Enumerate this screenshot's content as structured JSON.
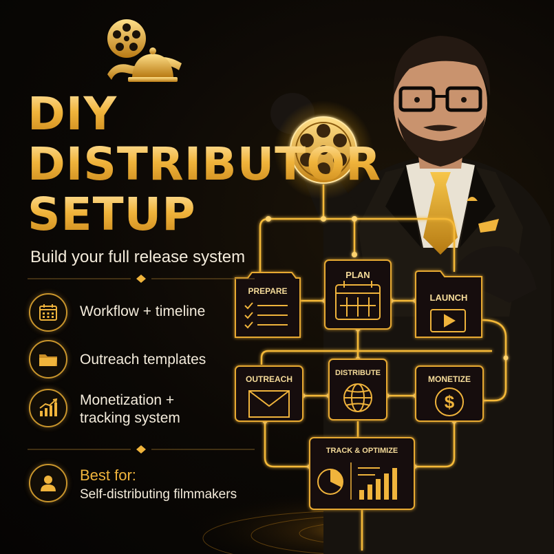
{
  "title_lines": [
    "DIY",
    "DISTRIBUTOR",
    "SETUP"
  ],
  "subtitle": "Build your full release system",
  "features": [
    {
      "icon": "calendar-icon",
      "text": "Workflow + timeline"
    },
    {
      "icon": "folder-icon",
      "text": "Outreach templates"
    },
    {
      "icon": "growth-chart-icon",
      "text_lines": [
        "Monetization +",
        "tracking system"
      ]
    }
  ],
  "best_for": {
    "icon": "person-icon",
    "label": "Best for:",
    "value": "Self-distributing filmmakers"
  },
  "flow": {
    "prepare": "PREPARE",
    "plan": "PLAN",
    "launch": "LAUNCH",
    "outreach": "OUTREACH",
    "distribute": "DISTRIBUTE",
    "monetize": "MONETIZE",
    "track": "TRACK & OPTIMIZE"
  },
  "colors": {
    "gold": "#f0b43c",
    "gold_light": "#ffe3a0",
    "background": "#0b0805"
  }
}
